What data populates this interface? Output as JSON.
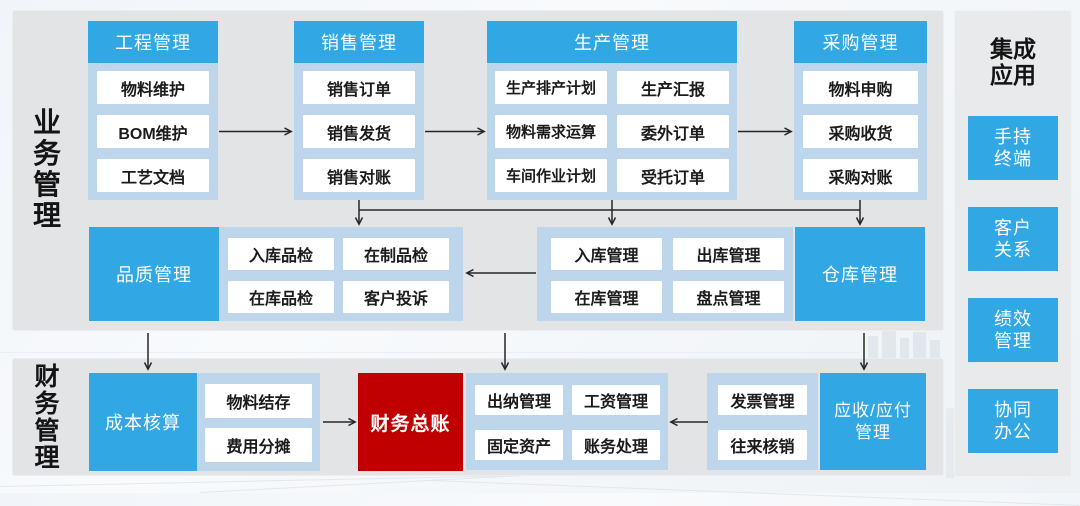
{
  "business": {
    "label": "业务管理",
    "columns": [
      {
        "title": "工程管理",
        "items": [
          "物料维护",
          "BOM维护",
          "工艺文档"
        ]
      },
      {
        "title": "销售管理",
        "items": [
          "销售订单",
          "销售发货",
          "销售对账"
        ]
      },
      {
        "title": "生产管理",
        "items": [
          "生产排产计划",
          "生产汇报",
          "物料需求运算",
          "委外订单",
          "车间作业计划",
          "受托订单"
        ]
      },
      {
        "title": "采购管理",
        "items": [
          "物料申购",
          "采购收货",
          "采购对账"
        ]
      }
    ],
    "quality": {
      "title": "品质管理",
      "items": [
        "入库品检",
        "在制品检",
        "在库品检",
        "客户投诉"
      ]
    },
    "warehouse_ops": {
      "items": [
        "入库管理",
        "出库管理",
        "在库管理",
        "盘点管理"
      ]
    },
    "warehouse": {
      "title": "仓库管理"
    }
  },
  "finance": {
    "label": "财务管理",
    "cost": {
      "title": "成本核算",
      "items": [
        "物料结存",
        "费用分摊"
      ]
    },
    "ledger": {
      "title": "财务总账"
    },
    "cashier": {
      "items": [
        "出纳管理",
        "工资管理",
        "固定资产",
        "账务处理"
      ]
    },
    "invoice": {
      "items": [
        "发票管理",
        "往来核销"
      ]
    },
    "ar_ap": {
      "title": "应收/应付\n管理"
    }
  },
  "integration": {
    "title": "集成\n应用",
    "items": [
      "手持\n终端",
      "客户\n关系",
      "绩效\n管理",
      "协同\n办公"
    ]
  },
  "colors": {
    "accent_blue": "#31a8e4",
    "panel_light_blue": "#bdd6ec",
    "ledger_red": "#c00000",
    "zone_gray": "#e3e4e6"
  }
}
